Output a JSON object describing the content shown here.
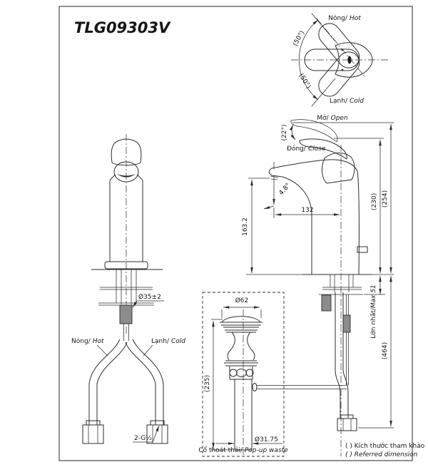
{
  "title": "TLG09303V",
  "colors": {
    "line": "#2b2b2b",
    "text": "#161616",
    "background": "#ffffff"
  },
  "top_view": {
    "hot_vi": "Nóng/",
    "hot_en": "Hot",
    "cold_vi": "Lạnh/",
    "cold_en": "Cold",
    "angle_upper": "(50°)",
    "angle_lower": "(50°)"
  },
  "side_view": {
    "open_vi": "Mở/",
    "open_en": "Open",
    "close_vi": "Đóng/",
    "close_en": "Close",
    "handle_angle": "(22°)",
    "spout_angle": "4.8°",
    "dim_reach": "132",
    "dim_spout_height": "163.2",
    "dim_closed_height": "(230)",
    "dim_open_height": "(254)",
    "dim_deck_vi": "Lớn nhất/",
    "dim_deck_en": "Max 51",
    "dim_below": "(464)"
  },
  "front_view": {
    "dim_hole": "Ø35±2",
    "hot_vi": "Nóng/",
    "hot_en": "Hot",
    "cold_vi": "Lạnh/",
    "cold_en": "Cold",
    "thread": "2-G½"
  },
  "popup": {
    "dim_head": "Ø62",
    "dim_length": "(235)",
    "dim_tail": "Ø31.75",
    "label_vi": "Cổ thoát thải/",
    "label_en": "Pop-up waste"
  },
  "notes": {
    "line1": "( ) Kích thước tham khảo",
    "line2": "( ) Referred dimension"
  }
}
